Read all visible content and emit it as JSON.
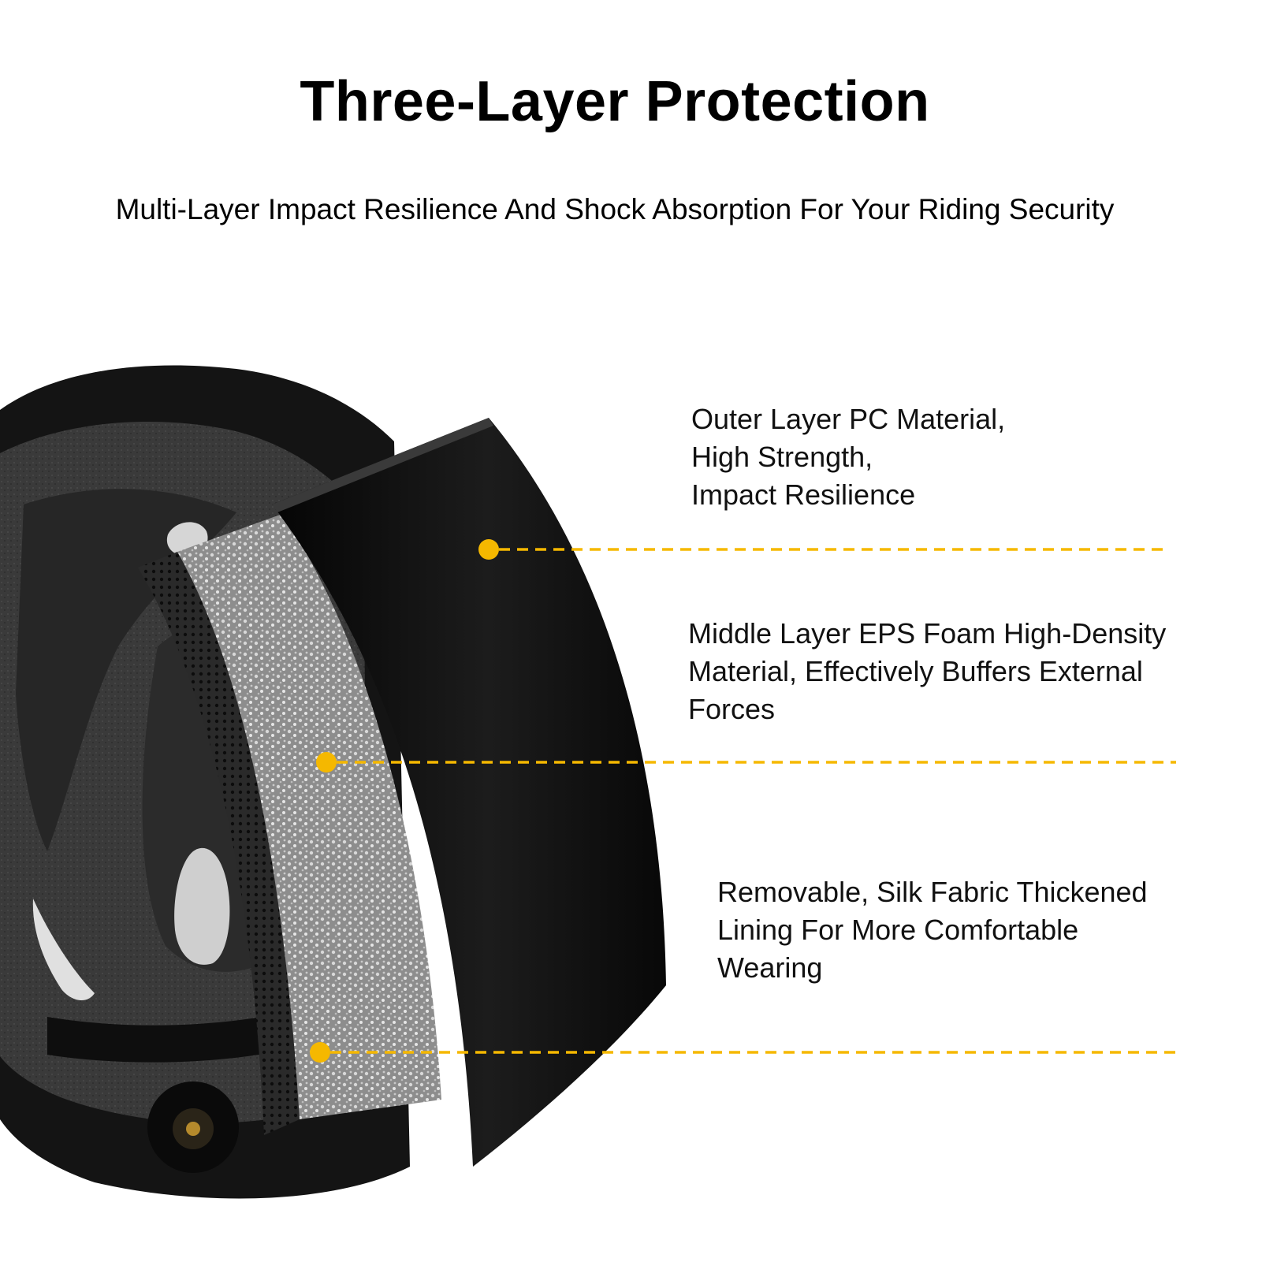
{
  "title": "Three-Layer Protection",
  "subtitle": "Multi-Layer Impact Resilience And Shock Absorption For Your Riding Security",
  "callouts": [
    {
      "lines": [
        "Outer Layer PC Material,",
        "High Strength,",
        "Impact Resilience"
      ]
    },
    {
      "lines": [
        "Middle Layer EPS Foam High-Density",
        "Material, Effectively Buffers External",
        "Forces"
      ]
    },
    {
      "lines": [
        "Removable, Silk Fabric Thickened",
        "Lining For More Comfortable",
        "Wearing"
      ]
    }
  ],
  "colors": {
    "accent": "#f5b800",
    "shell": "#111111",
    "foam": "#9a9a9a"
  }
}
